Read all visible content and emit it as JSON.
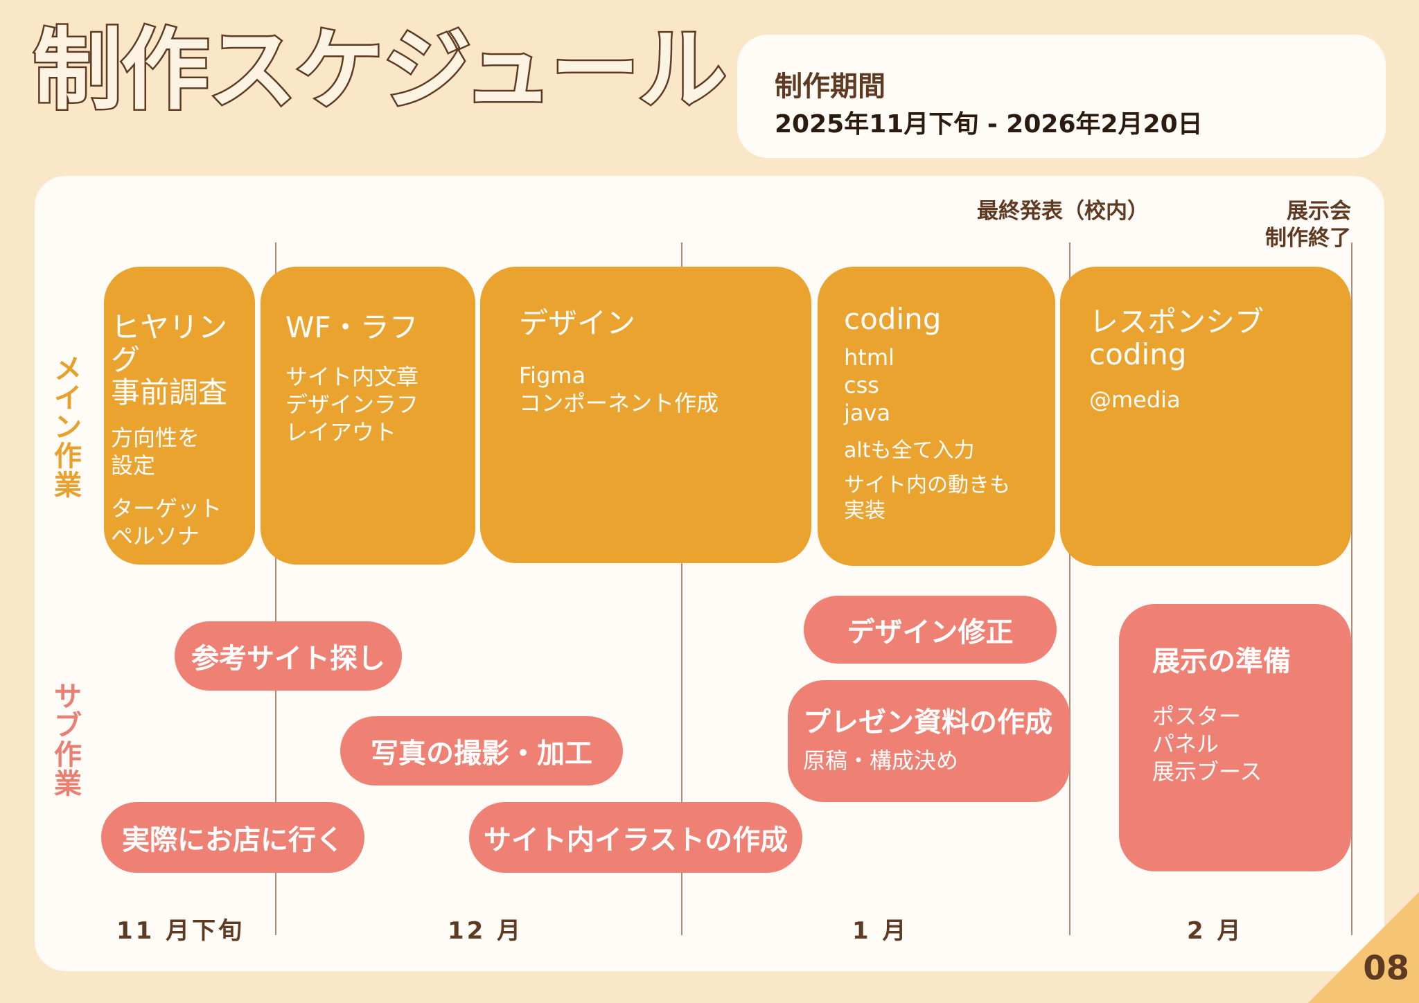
{
  "title": "制作スケジュール",
  "period": {
    "label": "制作期間",
    "value": "2025年11月下旬 - 2026年2月20日"
  },
  "milestones": {
    "final_presentation": "最終発表（校内）",
    "exhibition": "展示会\n制作終了"
  },
  "sections": {
    "main": "メイン作業",
    "sub": "サブ作業"
  },
  "main_tasks": [
    {
      "heading": "ヒヤリング\n事前調査",
      "notes": [
        "方向性を\n設定",
        "ターゲット\nペルソナ"
      ]
    },
    {
      "heading": "WF・ラフ",
      "notes": [
        "サイト内文章\nデザインラフ\nレイアウト"
      ]
    },
    {
      "heading": "デザイン",
      "notes": [
        "Figma\nコンポーネント作成"
      ]
    },
    {
      "heading": "coding",
      "notes": [
        "html\ncss\njava",
        "altも全て入力",
        "サイト内の動きも\n実装"
      ]
    },
    {
      "heading": "レスポンシブ\ncoding",
      "notes": [
        "@media"
      ]
    }
  ],
  "sub_tasks": [
    {
      "label": "参考サイト探し"
    },
    {
      "label": "写真の撮影・加工"
    },
    {
      "label": "実際にお店に行く"
    },
    {
      "label": "サイト内イラストの作成"
    },
    {
      "label": "デザイン修正"
    },
    {
      "label": "プレゼン資料の作成",
      "note": "原稿・構成決め"
    },
    {
      "label": "展示の準備",
      "note": "ポスター\nパネル\n展示ブース"
    }
  ],
  "months": [
    "11 月下旬",
    "12 月",
    "1 月",
    "2 月"
  ],
  "page_number": "08",
  "colors": {
    "background": "#fae7c8",
    "main_task": "#eaa32f",
    "sub_task": "#ef8074",
    "text_dark": "#5e3a22"
  }
}
